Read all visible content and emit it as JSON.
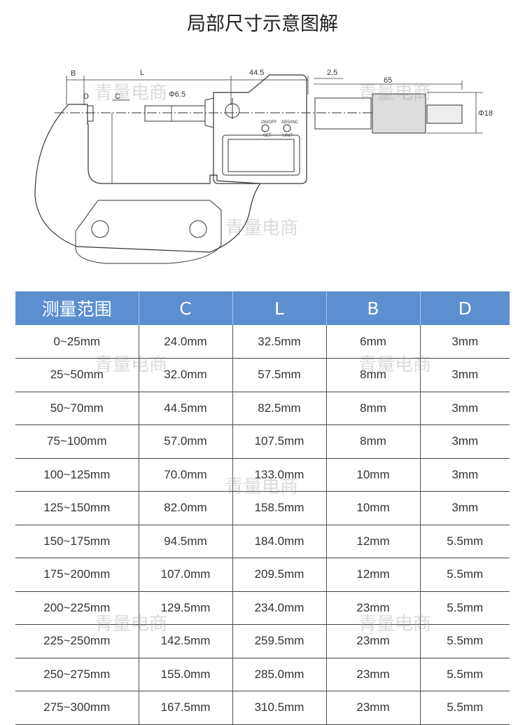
{
  "title": "局部尺寸示意图解",
  "diagram": {
    "labels": {
      "B": "B",
      "L": "L",
      "dim_44_5": "44.5",
      "dim_2_5": "2.5",
      "dim_65": "65",
      "D": "D",
      "C": "C",
      "phi6_5": "Φ6.5",
      "phi18": "Φ18",
      "on_off": "ON/OFF",
      "set": "SET",
      "abs_inc": "ABS/INC",
      "unit": "UNIT"
    }
  },
  "watermark": "青量电商",
  "table": {
    "headers": [
      "测量范围",
      "C",
      "L",
      "B",
      "D"
    ],
    "rows": [
      [
        "0~25mm",
        "24.0mm",
        "32.5mm",
        "6mm",
        "3mm"
      ],
      [
        "25~50mm",
        "32.0mm",
        "57.5mm",
        "8mm",
        "3mm"
      ],
      [
        "50~70mm",
        "44.5mm",
        "82.5mm",
        "8mm",
        "3mm"
      ],
      [
        "75~100mm",
        "57.0mm",
        "107.5mm",
        "8mm",
        "3mm"
      ],
      [
        "100~125mm",
        "70.0mm",
        "133.0mm",
        "10mm",
        "3mm"
      ],
      [
        "125~150mm",
        "82.0mm",
        "158.5mm",
        "10mm",
        "3mm"
      ],
      [
        "150~175mm",
        "94.5mm",
        "184.0mm",
        "12mm",
        "5.5mm"
      ],
      [
        "175~200mm",
        "107.0mm",
        "209.5mm",
        "12mm",
        "5.5mm"
      ],
      [
        "200~225mm",
        "129.5mm",
        "234.0mm",
        "23mm",
        "5.5mm"
      ],
      [
        "225~250mm",
        "142.5mm",
        "259.5mm",
        "23mm",
        "5.5mm"
      ],
      [
        "250~275mm",
        "155.0mm",
        "285.0mm",
        "23mm",
        "5.5mm"
      ],
      [
        "275~300mm",
        "167.5mm",
        "310.5mm",
        "23mm",
        "5.5mm"
      ]
    ]
  }
}
